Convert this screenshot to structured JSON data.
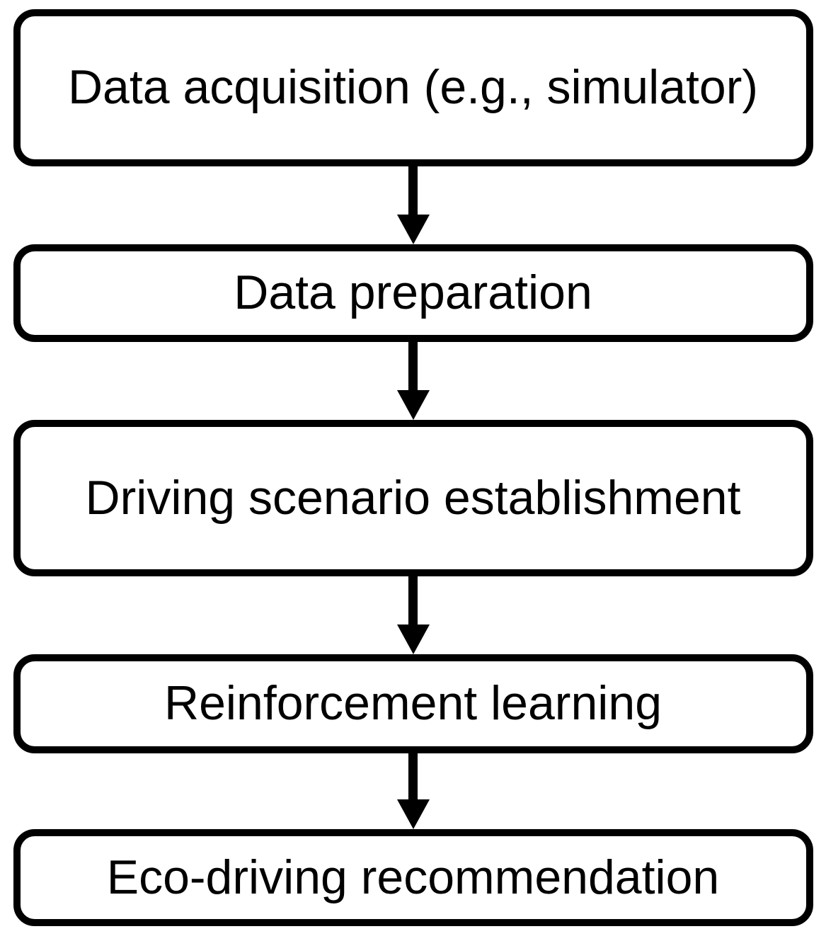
{
  "diagram": {
    "type": "flowchart",
    "direction": "top-to-bottom",
    "colors": {
      "background": "#ffffff",
      "box_fill": "#ffffff",
      "box_border": "#000000",
      "text": "#000000",
      "arrow": "#000000"
    },
    "steps": [
      {
        "id": "data-acquisition",
        "label": "Data acquisition (e.g., simulator)",
        "lines": 2
      },
      {
        "id": "data-preparation",
        "label": "Data preparation",
        "lines": 1
      },
      {
        "id": "driving-scenario-establishment",
        "label": "Driving scenario establishment",
        "lines": 2
      },
      {
        "id": "reinforcement-learning",
        "label": "Reinforcement learning",
        "lines": 1
      },
      {
        "id": "eco-driving-recommendation",
        "label": "Eco-driving recommendation",
        "lines": 1
      }
    ],
    "connections": [
      {
        "from": "data-acquisition",
        "to": "data-preparation",
        "style": "arrow-down"
      },
      {
        "from": "data-preparation",
        "to": "driving-scenario-establishment",
        "style": "arrow-down"
      },
      {
        "from": "driving-scenario-establishment",
        "to": "reinforcement-learning",
        "style": "arrow-down"
      },
      {
        "from": "reinforcement-learning",
        "to": "eco-driving-recommendation",
        "style": "arrow-down"
      }
    ]
  }
}
